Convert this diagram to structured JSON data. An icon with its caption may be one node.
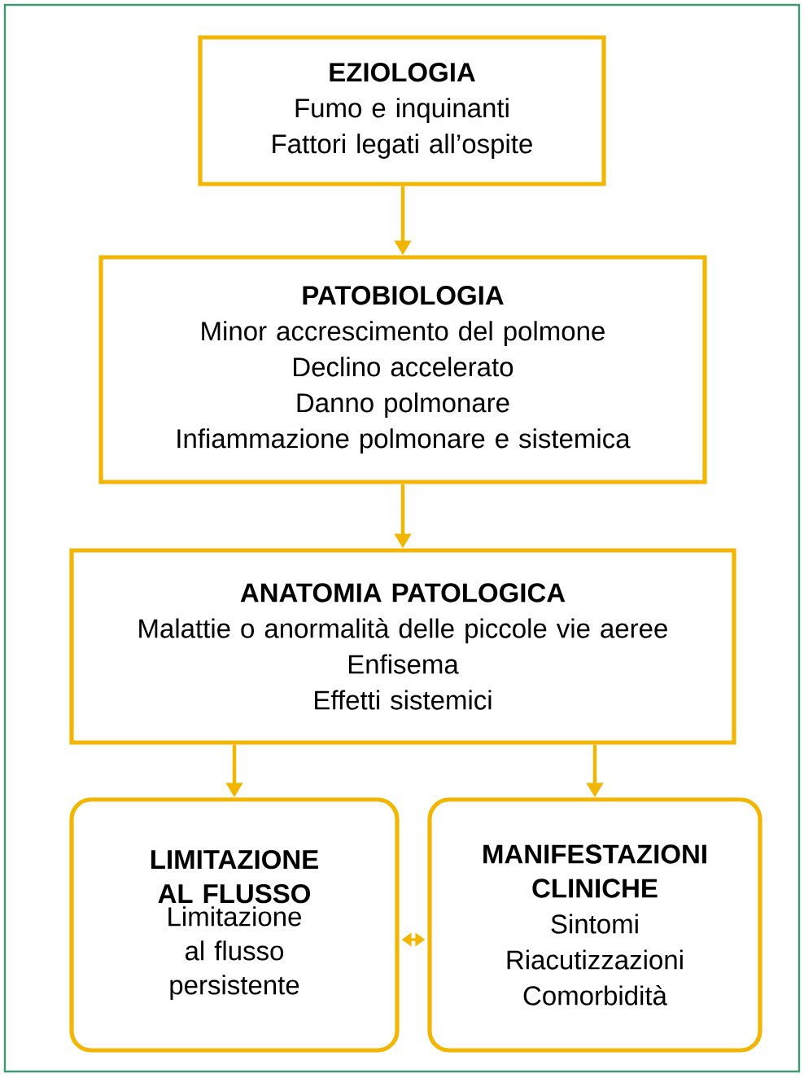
{
  "diagram": {
    "nodes": [
      {
        "text": [
          "EZIOLOGIA",
          "Fumo e inquinanti",
          "Fattori legati all’ospite"
        ]
      },
      {
        "text": [
          "PATOBIOLOGIA",
          "Minor accrescimento del polmone",
          "Declino accelerato",
          "Danno polmonare",
          "Infiammazione polmonare e sistemica"
        ]
      },
      {
        "text": [
          "ANATOMIA PATOLOGICA",
          "Malattie o anormalità delle piccole vie aeree",
          "Enfisema",
          "Effetti sistemici"
        ]
      },
      {
        "text": [
          "LIMITAZIONE AL FLUSSO",
          "Limitazione al flusso persistente"
        ]
      },
      {
        "text": [
          "MANIFESTAZIONI CLINICHE",
          "Sintomi",
          "Riacutizzazioni",
          "Comorbidità"
        ]
      }
    ],
    "edges": [
      {
        "from": 0,
        "to": 1,
        "arrow": "to"
      },
      {
        "from": 1,
        "to": 2,
        "arrow": "to"
      },
      {
        "from": 2,
        "to": 3,
        "arrow": "to"
      },
      {
        "from": 2,
        "to": 4,
        "arrow": "to"
      },
      {
        "from": 3,
        "to": 4,
        "arrow": "both"
      }
    ]
  }
}
